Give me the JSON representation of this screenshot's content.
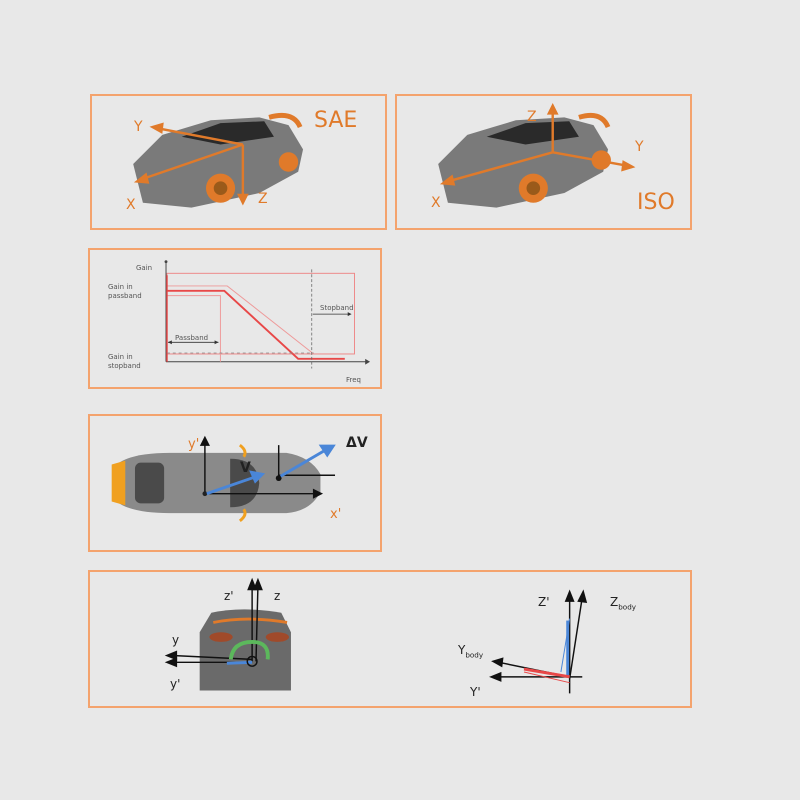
{
  "colors": {
    "panel_border": "#f4a36d",
    "axis_orange": "#e07a2a",
    "car_gray": "#7a7a7a",
    "vector_blue": "#4a86d8",
    "filter_red": "#e84848",
    "rotation_green": "#5cb85c"
  },
  "sae_panel": {
    "title": "SAE",
    "axes": {
      "x": "X",
      "y": "Y",
      "z": "Z"
    }
  },
  "iso_panel": {
    "title": "ISO",
    "axes": {
      "x": "X",
      "y": "Y",
      "z": "Z"
    }
  },
  "filter_panel": {
    "y_axis": "Gain",
    "x_axis": "Freq",
    "gain_passband": [
      "Gain in",
      "passband"
    ],
    "gain_stopband": [
      "Gain in",
      "stopband"
    ],
    "passband": "Passband",
    "stopband": "Stopband"
  },
  "topview_panel": {
    "y_axis": "y'",
    "x_axis": "x'",
    "velocity": "V",
    "delta_velocity": "ΔV"
  },
  "rear_panel": {
    "z_prime": "z'",
    "z": "z",
    "y": "y",
    "y_prime": "y'"
  },
  "body_axes_panel": {
    "z_prime": "Z'",
    "z_body": "Z",
    "z_body_sub": "body",
    "y_body": "Y",
    "y_body_sub": "body",
    "y_prime": "Y'"
  }
}
